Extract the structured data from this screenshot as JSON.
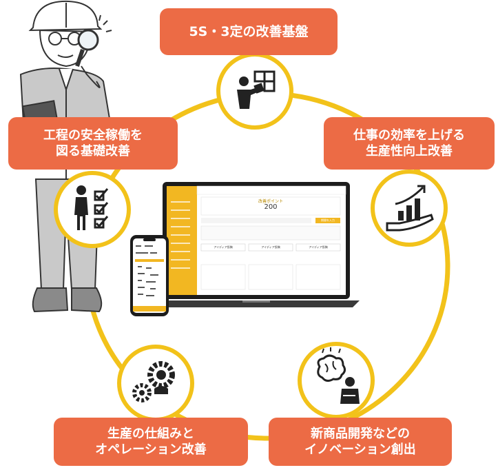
{
  "labels": {
    "top": {
      "lines": [
        "5S・3定の改善基盤"
      ]
    },
    "left": {
      "lines": [
        "工程の安全稼働を",
        "図る基礎改善"
      ]
    },
    "right": {
      "lines": [
        "仕事の効率を上げる",
        "生産性向上改善"
      ]
    },
    "bottom_left": {
      "lines": [
        "生産の仕組みと",
        "オペレーション改善"
      ]
    },
    "bottom_right": {
      "lines": [
        "新商品開発などの",
        "イノベーション創出"
      ]
    }
  },
  "app_screen": {
    "points_title": "改善ポイント",
    "points_value": "200",
    "idea_buttons": [
      "アイディア投稿",
      "アイディア投稿",
      "アイディア投稿"
    ],
    "register_button": "期間を入力"
  },
  "icons": {
    "top": "puzzle-person-icon",
    "left": "person-checklist-icon",
    "right": "growth-chart-hand-icon",
    "bottom_left": "gears-person-icon",
    "bottom_right": "brain-thinking-person-icon"
  },
  "colors": {
    "label_bg": "#ec6b45",
    "ring": "#f2c21a",
    "icon": "#222222"
  }
}
